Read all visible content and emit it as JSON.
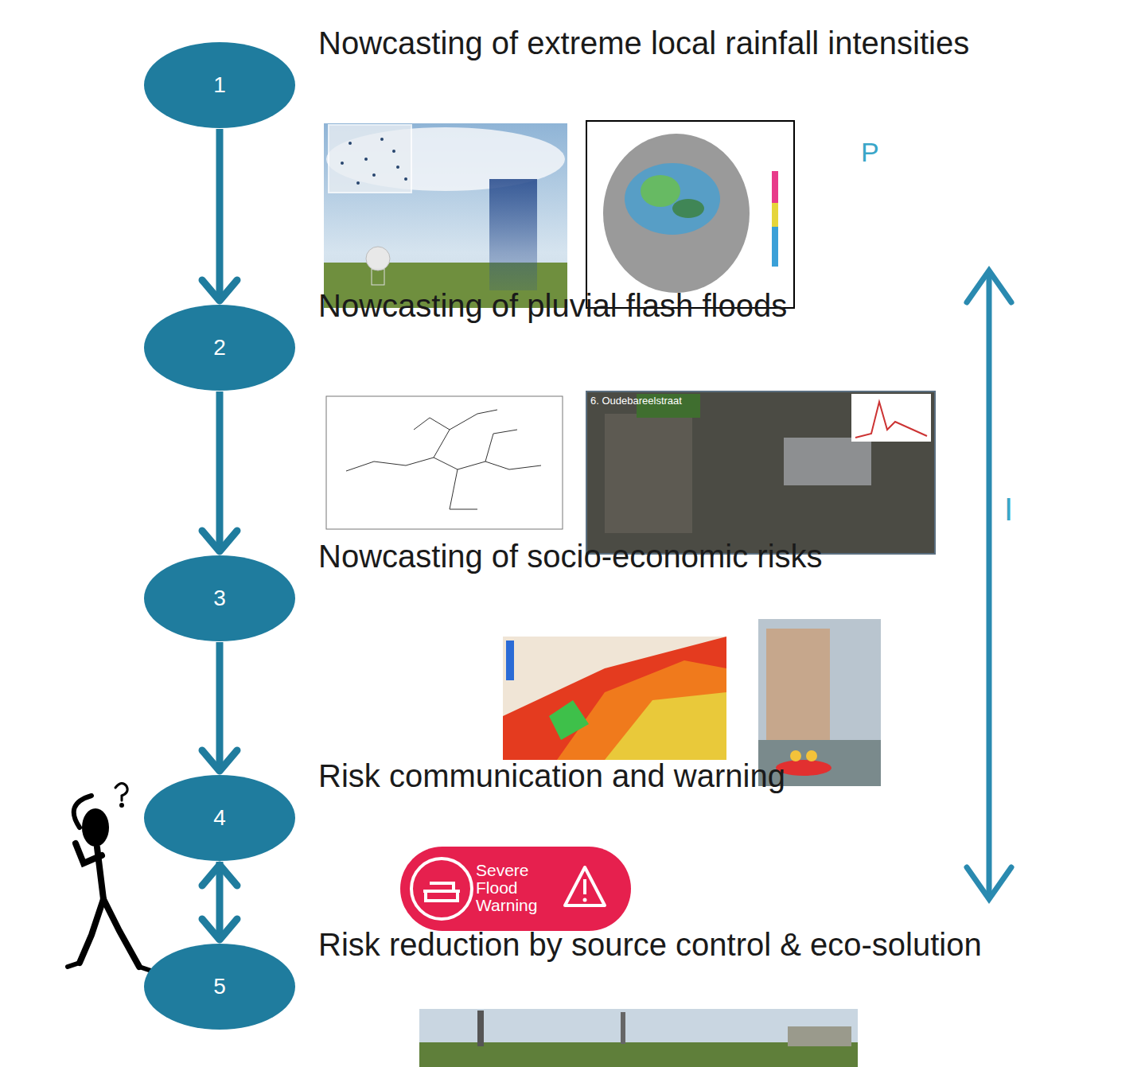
{
  "diagram": {
    "nodes": [
      {
        "text": [
          "1",
          "Nowcasting of extreme local rainfall intensities"
        ]
      },
      {
        "text": [
          "2",
          "Nowcasting of pluvial flash floods"
        ]
      },
      {
        "text": [
          "3",
          "Nowcasting of socio-economic risks"
        ]
      },
      {
        "text": [
          "4",
          "Risk communication and warning"
        ]
      },
      {
        "text": [
          "5",
          "Risk reduction by source control & eco-solution"
        ]
      }
    ],
    "edges": [
      {
        "from": 0,
        "to": 1,
        "arrow": "to"
      },
      {
        "from": 1,
        "to": 2,
        "arrow": "to"
      },
      {
        "from": 2,
        "to": 3,
        "arrow": "to"
      },
      {
        "from": 3,
        "to": 4,
        "arrow": "both"
      }
    ],
    "labels": [
      "P",
      "I",
      "6. Oudebareelstraat",
      "Severe Flood Warning"
    ]
  }
}
